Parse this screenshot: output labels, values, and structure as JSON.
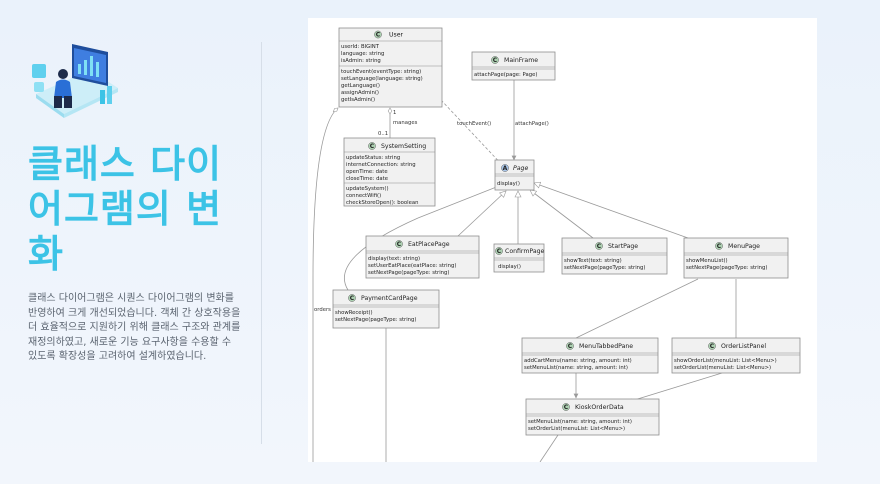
{
  "title": "클래스 다이어그램의 변화",
  "description": "클래스 다이어그램은 시퀀스 다이어그램의 변화를 반영하여 크게 개선되었습니다. 객체 간 상호작용을 더 효율적으로 지원하기 위해 클래스 구조와 관계를 재정의하였고, 새로운 기능 요구사항을 수용할 수 있도록 확장성을 고려하여 설계하였습니다.",
  "colors": {
    "title": "#3cc3e6",
    "description": "#5b6470",
    "background": "#eef4fb"
  },
  "illustration": {
    "icon": "laptop-user-icon"
  },
  "diagram": {
    "classes": {
      "user": {
        "name": "User",
        "stereotype": "C",
        "attributes": [
          "userId: BIGINT",
          "language: string",
          "isAdmin: string"
        ],
        "methods": [
          "touchEvent(eventType: string)",
          "setLanguage(language: string)",
          "getLanguage()",
          "assignAdmin()",
          "getIsAdmin()"
        ]
      },
      "mainframe": {
        "name": "MainFrame",
        "stereotype": "C",
        "attributes": [],
        "methods": [
          "attachPage(page: Page)"
        ]
      },
      "systemsetting": {
        "name": "SystemSetting",
        "stereotype": "C",
        "attributes": [
          "updateStatus: string",
          "internetConnection: string",
          "openTime: date",
          "closeTime: date"
        ],
        "methods": [
          "updateSystem()",
          "connectWifi()",
          "checkStoreOpen(): boolean"
        ]
      },
      "page": {
        "name": "Page",
        "stereotype": "A",
        "attributes": [],
        "methods": [
          "display()"
        ]
      },
      "eatplacepage": {
        "name": "EatPlacePage",
        "stereotype": "C",
        "attributes": [],
        "methods": [
          "display(text: string)",
          "setUserEatPlace(eatPlace: string)",
          "setNextPage(pageType: string)"
        ]
      },
      "confirmpage": {
        "name": "ConfirmPage",
        "stereotype": "C",
        "attributes": [],
        "methods": [
          "display()"
        ]
      },
      "startpage": {
        "name": "StartPage",
        "stereotype": "C",
        "attributes": [],
        "methods": [
          "showText(text: string)",
          "setNextPage(pageType: string)"
        ]
      },
      "menupage": {
        "name": "MenuPage",
        "stereotype": "C",
        "attributes": [],
        "methods": [
          "showMenuList()",
          "setNextPage(pageType: string)"
        ]
      },
      "paymentcardpage": {
        "name": "PaymentCardPage",
        "stereotype": "C",
        "attributes": [],
        "methods": [
          "showReceipt()",
          "setNextPage(pageType: string)"
        ]
      },
      "menutabbedpane": {
        "name": "MenuTabbedPane",
        "stereotype": "C",
        "attributes": [],
        "methods": [
          "addCartMenu(name: string, amount: int)",
          "setMenuList(name: string, amount: int)"
        ]
      },
      "orderlistpanel": {
        "name": "OrderListPanel",
        "stereotype": "C",
        "attributes": [],
        "methods": [
          "showOrderList(menuList: List<Menu>)",
          "setOrderList(menuList: List<Menu>)"
        ]
      },
      "kioskorderdata": {
        "name": "KioskOrderData",
        "stereotype": "C",
        "attributes": [],
        "methods": [
          "setMenuList(name: string, amount: int)",
          "setOrderList(menuList: List<Menu>)"
        ]
      }
    },
    "relation_labels": {
      "manages": "manages",
      "multiplicity_user": "1",
      "multiplicity_setting": "0..1",
      "touch_event": "touchEvent()",
      "attach_page": "attachPage()",
      "orders": "orders"
    }
  }
}
